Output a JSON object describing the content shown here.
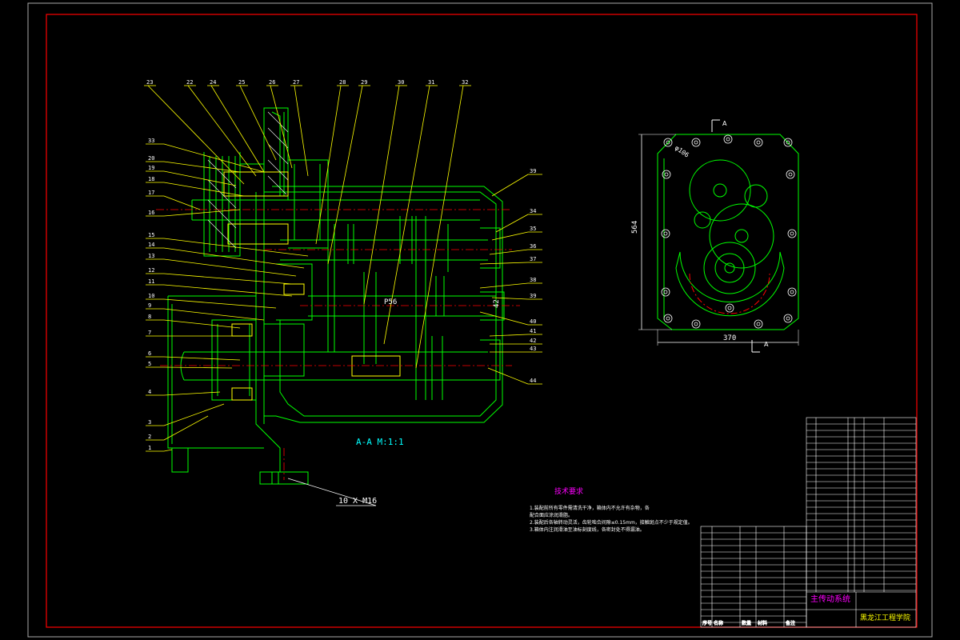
{
  "callouts_left": [
    "1",
    "2",
    "3",
    "4",
    "5",
    "6",
    "7",
    "8",
    "9",
    "10",
    "11",
    "12",
    "13",
    "14",
    "15",
    "16",
    "17",
    "18",
    "19",
    "20",
    "33"
  ],
  "callouts_top": [
    "23",
    "22",
    "24",
    "25",
    "26",
    "27",
    "28",
    "29",
    "30",
    "31",
    "32"
  ],
  "callouts_right": [
    "39",
    "34",
    "35",
    "36",
    "37",
    "38",
    "39",
    "40",
    "41",
    "42",
    "43",
    "44"
  ],
  "dims": {
    "center": "P56",
    "shaft_dia": "42",
    "bolt_note": "10 X M16",
    "width": "370",
    "height": "564",
    "hole_dia": "φ106"
  },
  "section_label": "A-A M:1:1",
  "section_marker": "A",
  "tech_requirements": {
    "title": "技术要求",
    "lines": [
      "1.装配前所有零件需清洗干净，箱体内不允许有杂物，各",
      "  配合面应涂润滑脂。",
      "2.装配后各轴转动灵活，齿轮啮合间隙≤0.15mm，接触斑点不少于规定值。",
      "3.箱体内注润滑油至油标刻度线，各密封处不得漏油。"
    ]
  },
  "title_block": {
    "school": "黑龙江工程学院",
    "drawing_name": "主传动系统",
    "bom_header": [
      "序号",
      "名称",
      "数量",
      "材料",
      "备注"
    ]
  },
  "colors": {
    "border": "#ff0000",
    "geometry": "#00ff00",
    "leaders": "#ffff00",
    "dims": "#ffffff",
    "text_magenta": "#ff00ff",
    "section": "#00ffff"
  }
}
